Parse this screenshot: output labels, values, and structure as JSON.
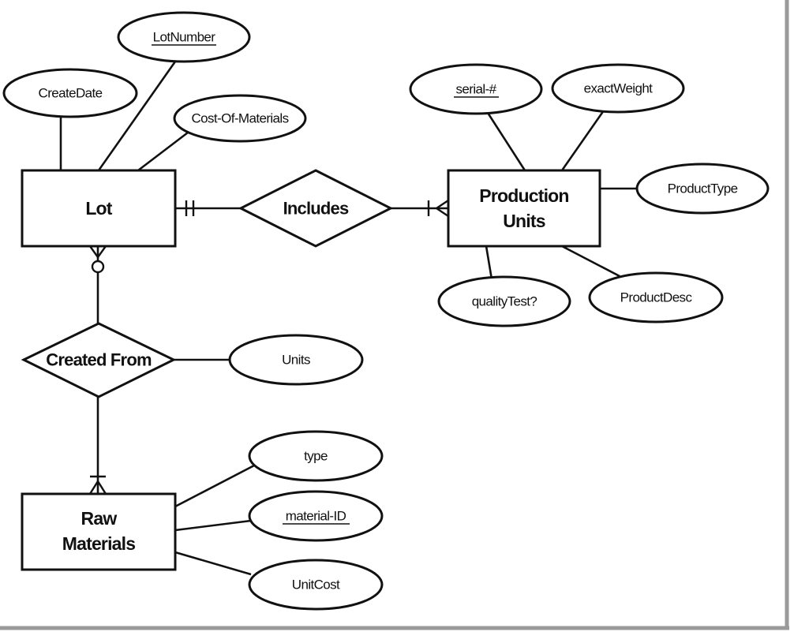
{
  "diagram": {
    "entities": {
      "lot": "Lot",
      "production_units": [
        "Production",
        "Units"
      ],
      "raw_materials": [
        "Raw",
        "Materials"
      ]
    },
    "relationships": {
      "includes": "Includes",
      "created_from": "Created From"
    },
    "attributes": {
      "lot_number": "LotNumber",
      "create_date": "CreateDate",
      "cost_of_materials": "Cost-Of-Materials",
      "serial": "serial-#",
      "exact_weight": "exactWeight",
      "product_type": "ProductType",
      "quality_test": "qualityTest?",
      "product_desc": "ProductDesc",
      "units": "Units",
      "type": "type",
      "material_id": "material-ID",
      "unit_cost": "UnitCost"
    },
    "key_attributes": [
      "LotNumber",
      "serial-#",
      "material-ID"
    ],
    "cardinality": {
      "lot_includes": "one-and-only-one",
      "includes_production_units": "one-or-many",
      "lot_created_from": "zero-or-many",
      "created_from_raw_materials": "one-or-many"
    }
  }
}
